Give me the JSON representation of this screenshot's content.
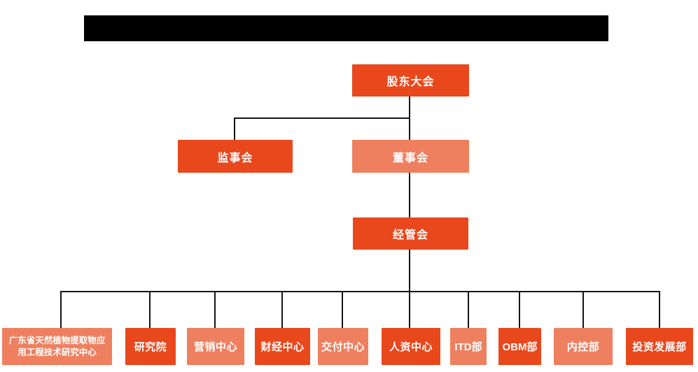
{
  "colors": {
    "primary_box": "#E8481C",
    "secondary_box": "#EE805F",
    "connector_line": "#141414",
    "box_text": "#FFFFFF",
    "title_redaction": "#000000",
    "background": "#FFFFFF"
  },
  "org_chart": {
    "level1": {
      "label": "股东大会",
      "variant": "primary"
    },
    "level2": [
      {
        "label": "监事会",
        "variant": "primary"
      },
      {
        "label": "董事会",
        "variant": "secondary"
      }
    ],
    "level3": {
      "label": "经管会",
      "variant": "primary"
    },
    "level4": [
      {
        "label": "广东省天然植物提取物应用工程技术研究中心",
        "variant": "secondary"
      },
      {
        "label": "研究院",
        "variant": "primary"
      },
      {
        "label": "营销中心",
        "variant": "secondary"
      },
      {
        "label": "财经中心",
        "variant": "primary"
      },
      {
        "label": "交付中心",
        "variant": "secondary"
      },
      {
        "label": "人资中心",
        "variant": "primary"
      },
      {
        "label": "ITD部",
        "variant": "secondary"
      },
      {
        "label": "OBM部",
        "variant": "primary"
      },
      {
        "label": "内控部",
        "variant": "secondary"
      },
      {
        "label": "投资发展部",
        "variant": "primary"
      }
    ]
  }
}
